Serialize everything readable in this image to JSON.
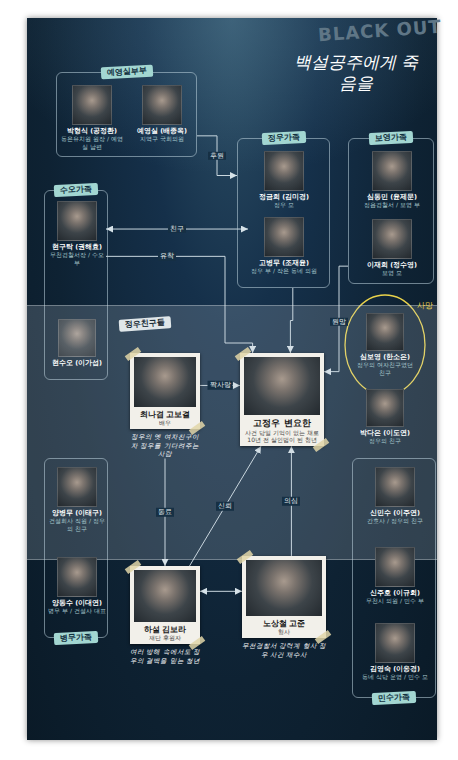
{
  "diagram": {
    "title": "백설공주에게 죽음을",
    "nodes": [
      {
        "text": [
          "예영실부부"
        ]
      },
      {
        "text": [
          "박형식 (공정환)",
          "동은유치원 원장 / 예영실 남편"
        ],
        "in": 0
      },
      {
        "text": [
          "예영실 (배종옥)",
          "지역구 국회의원"
        ],
        "in": 0
      },
      {
        "text": [
          "정우가족"
        ]
      },
      {
        "text": [
          "정금희 (김미경)",
          "정우 모"
        ],
        "in": 3
      },
      {
        "text": [
          "고병무 (조재윤)",
          "정우 부 / 작은 동네 의원"
        ],
        "in": 3
      },
      {
        "text": [
          "보영가족"
        ]
      },
      {
        "text": [
          "심동민 (윤제문)",
          "정읍경찰서 / 보영 부"
        ],
        "in": 6
      },
      {
        "text": [
          "이재희 (정수영)",
          "보영 모"
        ],
        "in": 6
      },
      {
        "text": [
          "수오가족"
        ]
      },
      {
        "text": [
          "현구탁 (권해효)",
          "무천경찰서장 / 수오 부"
        ],
        "in": 9
      },
      {
        "text": [
          "현수오 (이가섭)"
        ],
        "in": 9
      },
      {
        "text": [
          "정우친구들"
        ]
      },
      {
        "text": [
          "최나겸 고보결",
          "배우",
          "정우의 옛 여자친구이자 정우를 기다려주는 사람"
        ],
        "in": 12
      },
      {
        "text": [
          "고정우 변요한",
          "사건 당일 기억이 없는 채로 10년 전 살인범이 된 청년"
        ],
        "in": 12
      },
      {
        "text": [
          "심보영 (한소은)",
          "정우의 여자친구였던 친구"
        ],
        "in": 12
      },
      {
        "text": [
          "박다은 (이도연)",
          "정우의 친구"
        ],
        "in": 12
      },
      {
        "text": [
          "병무가족"
        ]
      },
      {
        "text": [
          "양병무 (이태구)",
          "건설회사 직원 / 정우의 친구"
        ],
        "in": 17
      },
      {
        "text": [
          "양동수 (이대연)",
          "병무 부 / 건설사 대표"
        ],
        "in": 17
      },
      {
        "text": [
          "민수가족"
        ]
      },
      {
        "text": [
          "신민수 (이주연)",
          "간호사 / 정우의 친구"
        ],
        "in": 20
      },
      {
        "text": [
          "신주호 (이규회)",
          "무천시 의원 / 민수 부"
        ],
        "in": 20
      },
      {
        "text": [
          "김영숙 (이응경)",
          "동네 식당 운영 / 민수 모"
        ],
        "in": 20
      },
      {
        "text": [
          "하설 김보라",
          "재단 후원자",
          "여러 방해 속에서도 정우의 결백을 믿는 청년"
        ]
      },
      {
        "text": [
          "노상철 고준",
          "형사",
          "무천경찰서 강력계 형사 정우 사건 재수사"
        ]
      }
    ],
    "edges": [
      {
        "from": 0,
        "to": 3,
        "label": "후원",
        "arrow": "to"
      },
      {
        "from": 10,
        "to": 5,
        "label": "친구",
        "arrow": "both"
      },
      {
        "from": 10,
        "to": 14,
        "label": "유착",
        "arrow": "to"
      },
      {
        "from": 3,
        "to": 14,
        "arrow": "to"
      },
      {
        "from": 6,
        "to": 14,
        "label": "원망",
        "arrow": "to"
      },
      {
        "from": 13,
        "to": 14,
        "label": "짝사랑",
        "arrow": "to"
      },
      {
        "from": 13,
        "to": 24,
        "label": "동료",
        "arrow": "to"
      },
      {
        "from": 24,
        "to": 14,
        "label": "신뢰",
        "arrow": "to"
      },
      {
        "from": 25,
        "to": 14,
        "label": "의심",
        "arrow": "to"
      },
      {
        "from": 24,
        "to": 25,
        "arrow": "both"
      }
    ],
    "labels": [
      "BLACK OUT",
      "사망"
    ]
  }
}
